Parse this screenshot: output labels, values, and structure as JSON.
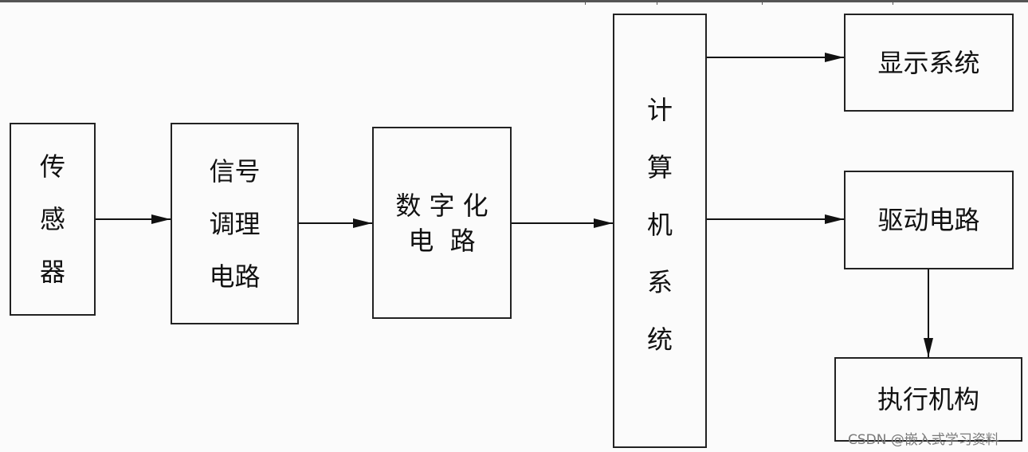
{
  "diagram": {
    "nodes": {
      "sensor": [
        "传",
        "感",
        "器"
      ],
      "conditioning": [
        "信号",
        "调理",
        "电路"
      ],
      "digitizing": [
        "数 字 化",
        "电  路"
      ],
      "computer": [
        "计",
        "算",
        "机",
        "系",
        "统"
      ],
      "display": "显示系统",
      "driver": "驱动电路",
      "actuator": "执行机构"
    },
    "edges": [
      {
        "from": "sensor",
        "to": "conditioning"
      },
      {
        "from": "conditioning",
        "to": "digitizing"
      },
      {
        "from": "digitizing",
        "to": "computer"
      },
      {
        "from": "computer",
        "to": "display"
      },
      {
        "from": "computer",
        "to": "driver"
      },
      {
        "from": "driver",
        "to": "actuator"
      }
    ]
  },
  "watermark": "CSDN @嵌入式学习资料"
}
